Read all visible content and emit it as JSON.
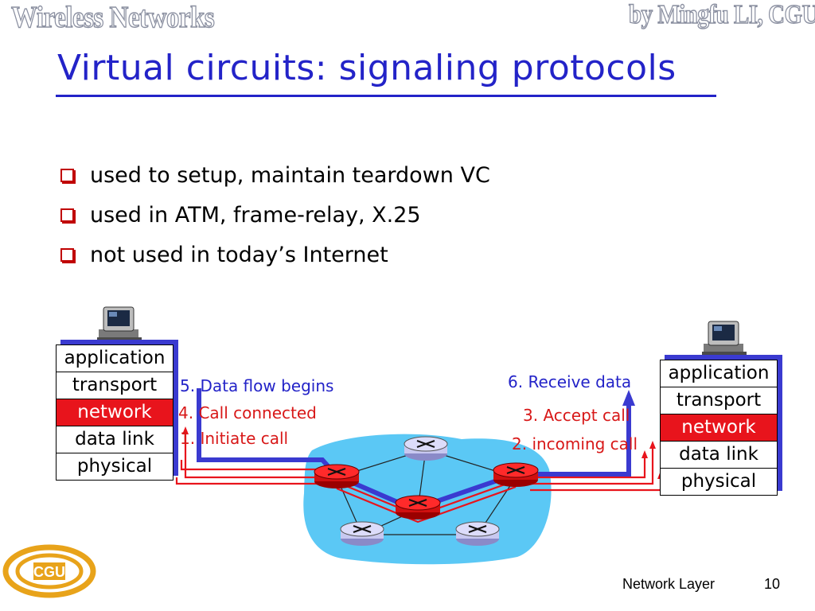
{
  "header": {
    "left_text": "Wireless Networks",
    "right_text": "by Mingfu LI, CGUEE"
  },
  "title": "Virtual circuits: signaling protocols",
  "bullets": [
    "used to setup, maintain  teardown VC",
    "used in ATM, frame-relay, X.25",
    "not used in today’s Internet"
  ],
  "left_stack": {
    "layers": [
      "application",
      "transport",
      "network",
      "data link",
      "physical"
    ],
    "highlighted": "network"
  },
  "right_stack": {
    "layers": [
      "application",
      "transport",
      "network",
      "data link",
      "physical"
    ],
    "highlighted": "network"
  },
  "steps": {
    "step5": "5. Data flow begins",
    "step4": "4. Call connected",
    "step1": "1. Initiate call",
    "step6": "6. Receive data",
    "step3": "3. Accept call",
    "step2": "2. incoming call"
  },
  "footer": {
    "section": "Network Layer",
    "page": "10"
  },
  "colors": {
    "title": "#2323c8",
    "accent_red": "#e8141c",
    "data_flow_blue": "#3a3ad0",
    "network_cloud": "#5bc8f5"
  },
  "icons": [
    "computer-icon",
    "router-icon",
    "cgu-logo-icon"
  ]
}
